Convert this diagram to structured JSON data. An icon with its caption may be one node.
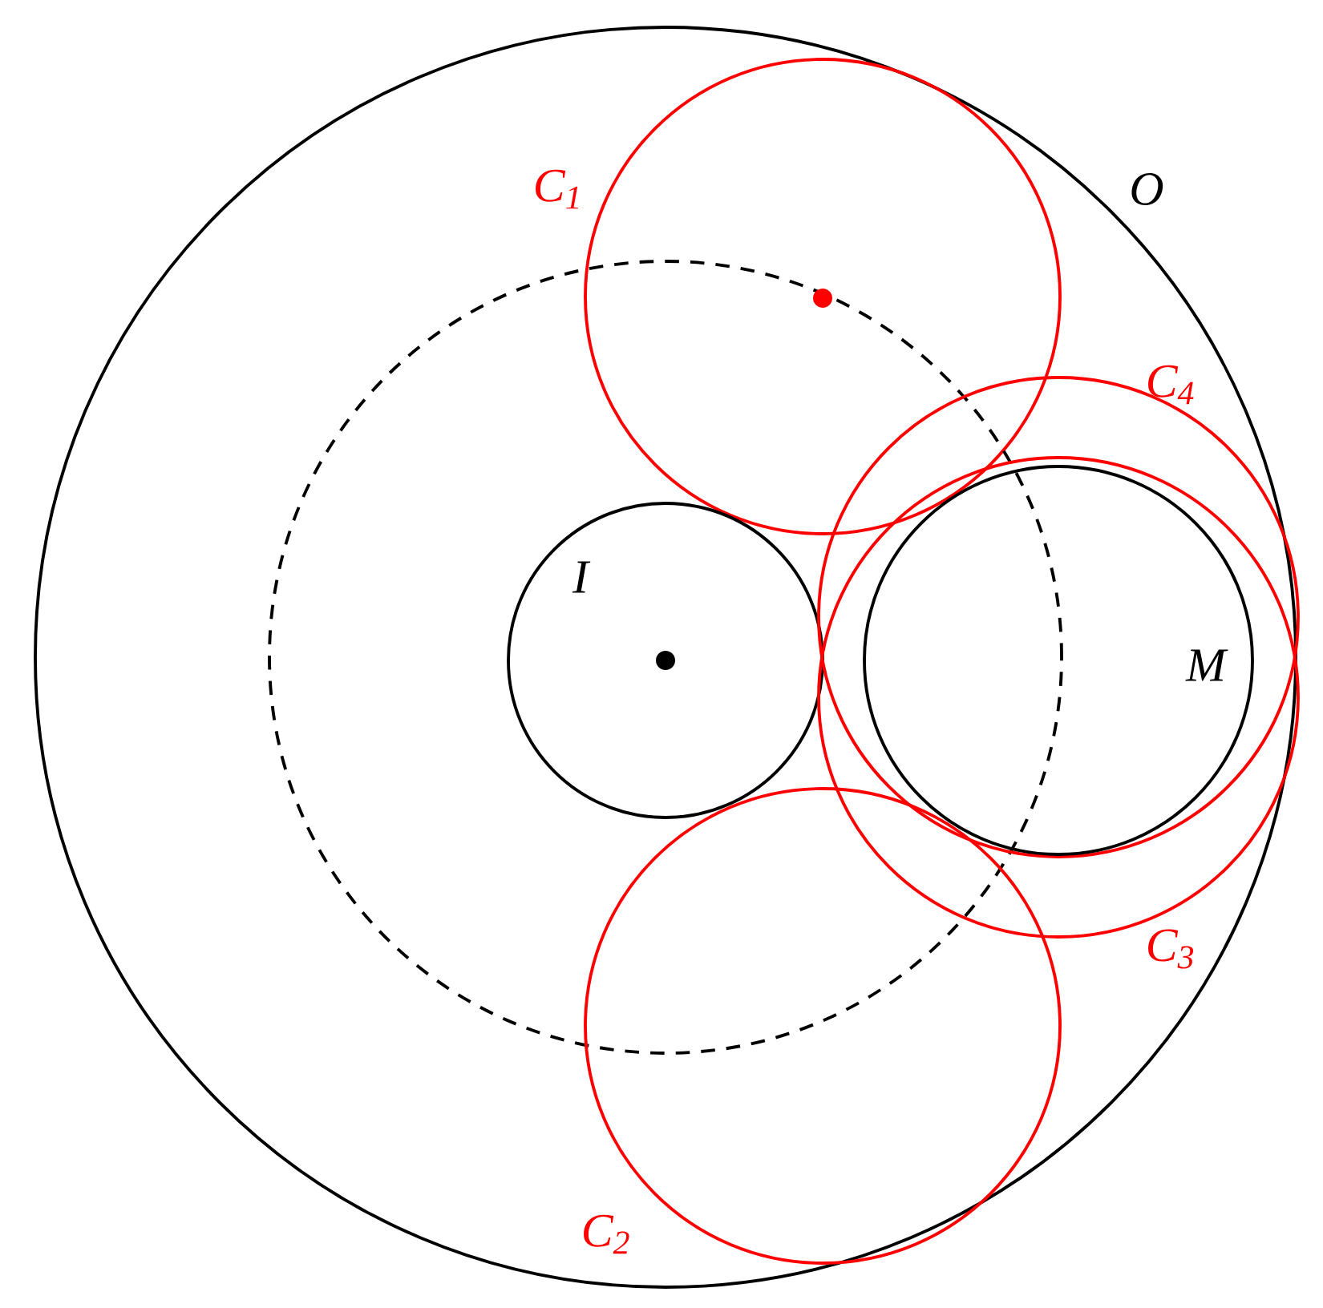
{
  "diagram": {
    "nodes": [
      {
        "text": [
          "O"
        ]
      },
      {
        "text": [
          "C$_{1}$"
        ],
        "in": 0
      },
      {
        "text": [],
        "shape": "circle",
        "in": 0
      },
      {
        "text": [
          "I"
        ],
        "in": 2
      },
      {
        "text": [
          "C$_{4}$"
        ],
        "in": 0
      },
      {
        "text": [
          "M"
        ],
        "in": 4
      },
      {
        "text": [
          "C$_{3}$"
        ],
        "in": 0
      },
      {
        "text": [
          "C$_{2}$"
        ],
        "in": 0
      }
    ]
  }
}
